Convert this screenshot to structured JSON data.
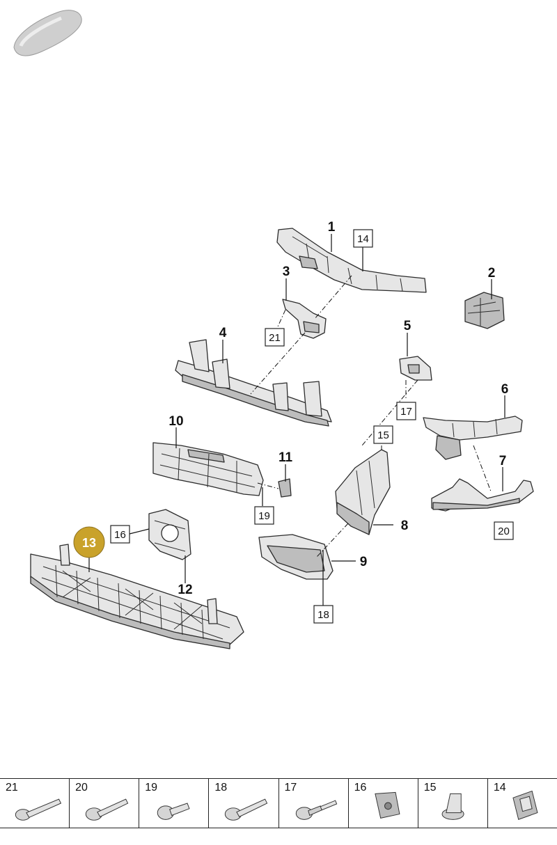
{
  "callouts": {
    "c1": "1",
    "c2": "2",
    "c3": "3",
    "c4": "4",
    "c5": "5",
    "c6": "6",
    "c7": "7",
    "c8": "8",
    "c9": "9",
    "c10": "10",
    "c11": "11",
    "c12": "12",
    "c13": "13"
  },
  "boxed_callouts": {
    "b14": "14",
    "b15": "15",
    "b16": "16",
    "b17": "17",
    "b18": "18",
    "b19": "19",
    "b20": "20",
    "b21": "21"
  },
  "highlight_color": "#C9A22B",
  "hardware_table": [
    {
      "number": "21",
      "icon": "bolt-flange-long-icon"
    },
    {
      "number": "20",
      "icon": "bolt-flange-icon"
    },
    {
      "number": "19",
      "icon": "screw-short-icon"
    },
    {
      "number": "18",
      "icon": "bolt-flange-icon"
    },
    {
      "number": "17",
      "icon": "stud-bolt-icon"
    },
    {
      "number": "16",
      "icon": "clip-nut-icon"
    },
    {
      "number": "15",
      "icon": "spreader-nut-icon"
    },
    {
      "number": "14",
      "icon": "clip-nut-square-icon"
    }
  ]
}
